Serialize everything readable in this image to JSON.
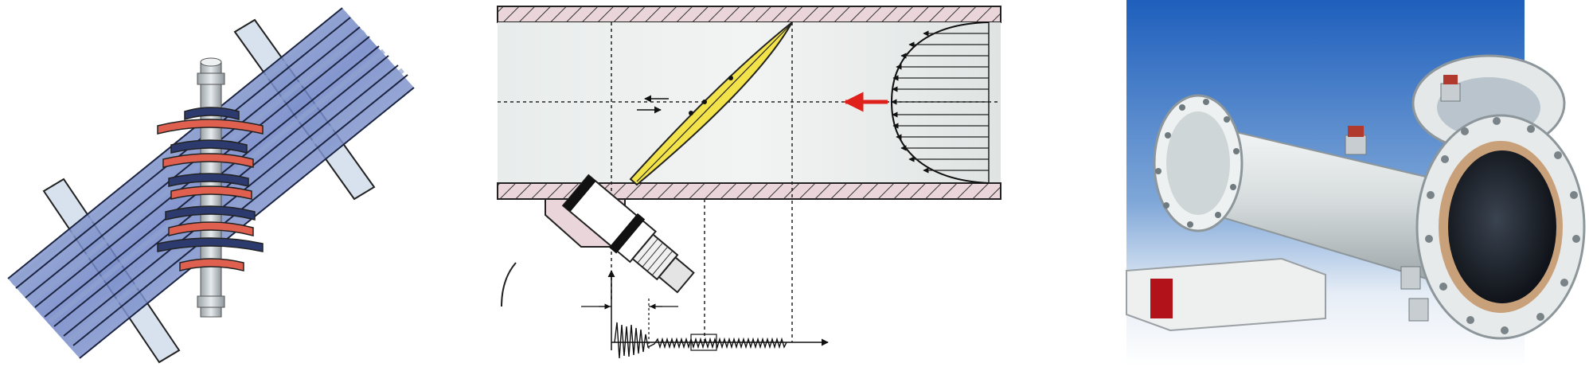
{
  "figure": {
    "panels": [
      {
        "id": "a",
        "subject": "pipe-bundle-with-coils"
      },
      {
        "id": "b",
        "subject": "vortex-shedding-sensor-in-pipe"
      },
      {
        "id": "c",
        "subject": "flanged-flowmeter-photo"
      }
    ]
  },
  "colors": {
    "pipe_blue": "#5a6fb8",
    "pipe_light": "#c5d3e6",
    "coil_red": "#e0604f",
    "coil_navy": "#2d3a6e",
    "hatch_pink": "#e9d5da",
    "probe_yellow": "#f3e34a",
    "arrow_red": "#e0201b",
    "sky_blue": "#2f6fc4",
    "metal_grey": "#d7dcdd"
  }
}
